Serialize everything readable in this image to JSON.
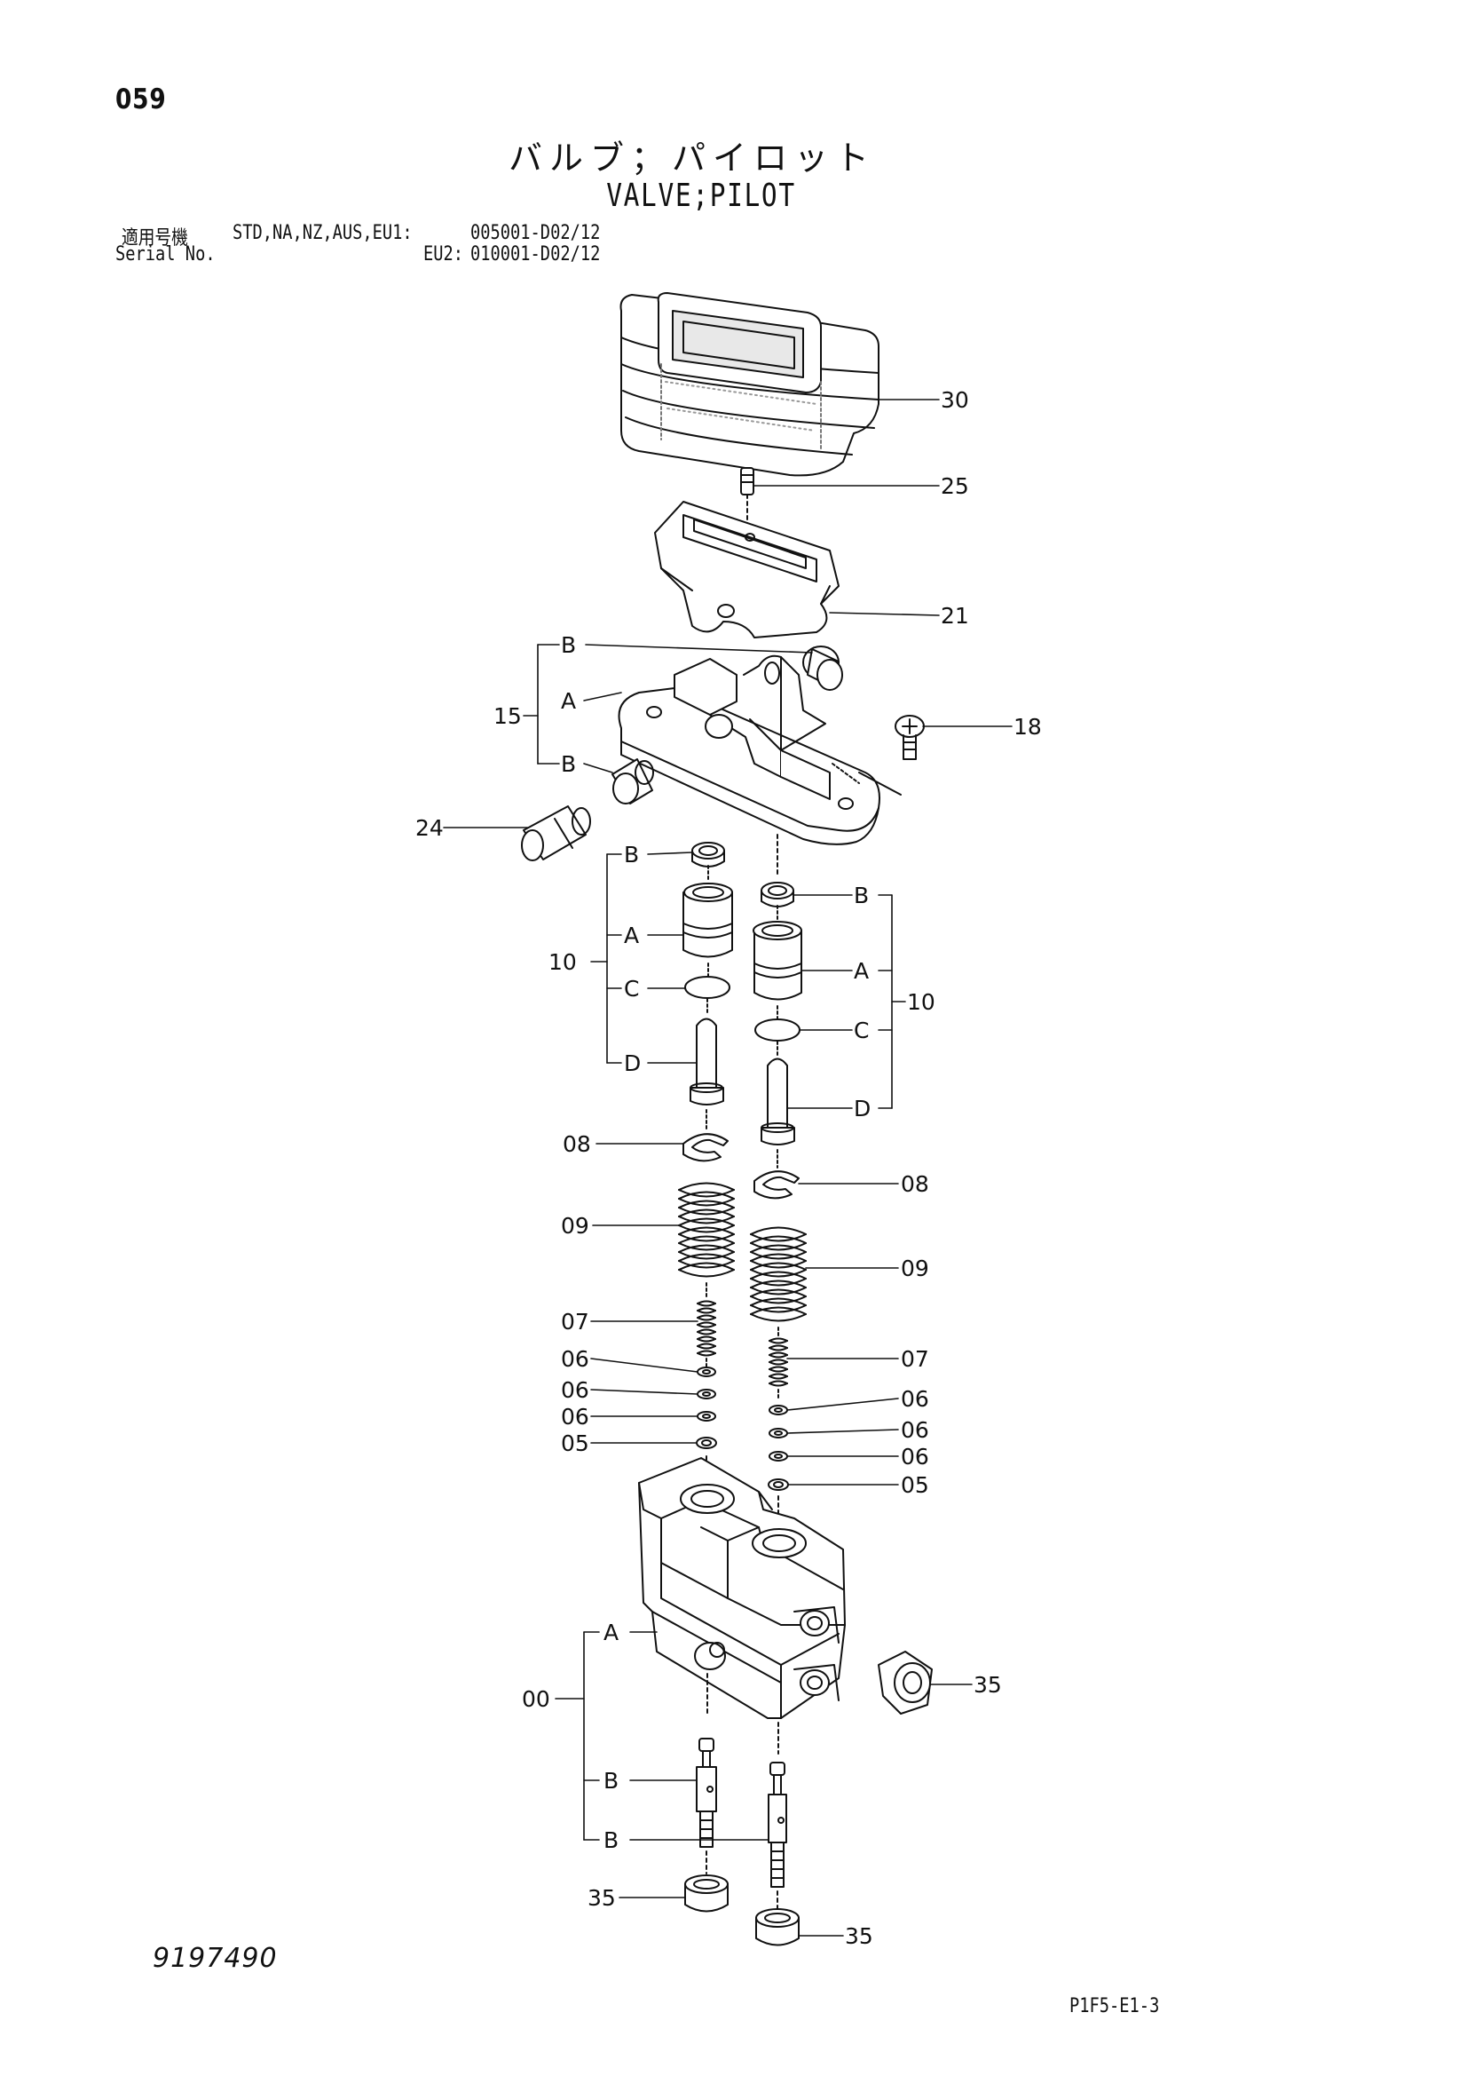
{
  "header": {
    "page_number": "059",
    "title_jp": "バルブ；パイロット",
    "title_en": "VALVE;PILOT",
    "serial_label_jp": "適用号機",
    "serial_label_en": "Serial No.",
    "serial_models": "STD,NA,NZ,AUS,EU1:",
    "serial_range_1": "005001-D02/12",
    "serial_models_2": "EU2:",
    "serial_range_2": "010001-D02/12"
  },
  "callouts": {
    "c30": "30",
    "c25": "25",
    "c21": "21",
    "c15": "15",
    "c18": "18",
    "c24": "24",
    "c10_left": "10",
    "c10_right": "10",
    "c08_left": "08",
    "c08_right": "08",
    "c09_left": "09",
    "c09_right": "09",
    "c07_left": "07",
    "c07_right": "07",
    "c06_l1": "06",
    "c06_l2": "06",
    "c06_l3": "06",
    "c06_r1": "06",
    "c06_r2": "06",
    "c06_r3": "06",
    "c05_left": "05",
    "c05_right": "05",
    "c00": "00",
    "c35_side": "35",
    "c35_left": "35",
    "c35_right": "35"
  },
  "sub_labels": {
    "g15_b1": "B",
    "g15_a": "A",
    "g15_b2": "B",
    "g10l_b": "B",
    "g10l_a": "A",
    "g10l_c": "C",
    "g10l_d": "D",
    "g10r_b": "B",
    "g10r_a": "A",
    "g10r_c": "C",
    "g10r_d": "D",
    "g00_a": "A",
    "g00_b1": "B",
    "g00_b2": "B"
  },
  "footer": {
    "drawing_number": "9197490",
    "page_code": "P1F5-E1-3"
  }
}
